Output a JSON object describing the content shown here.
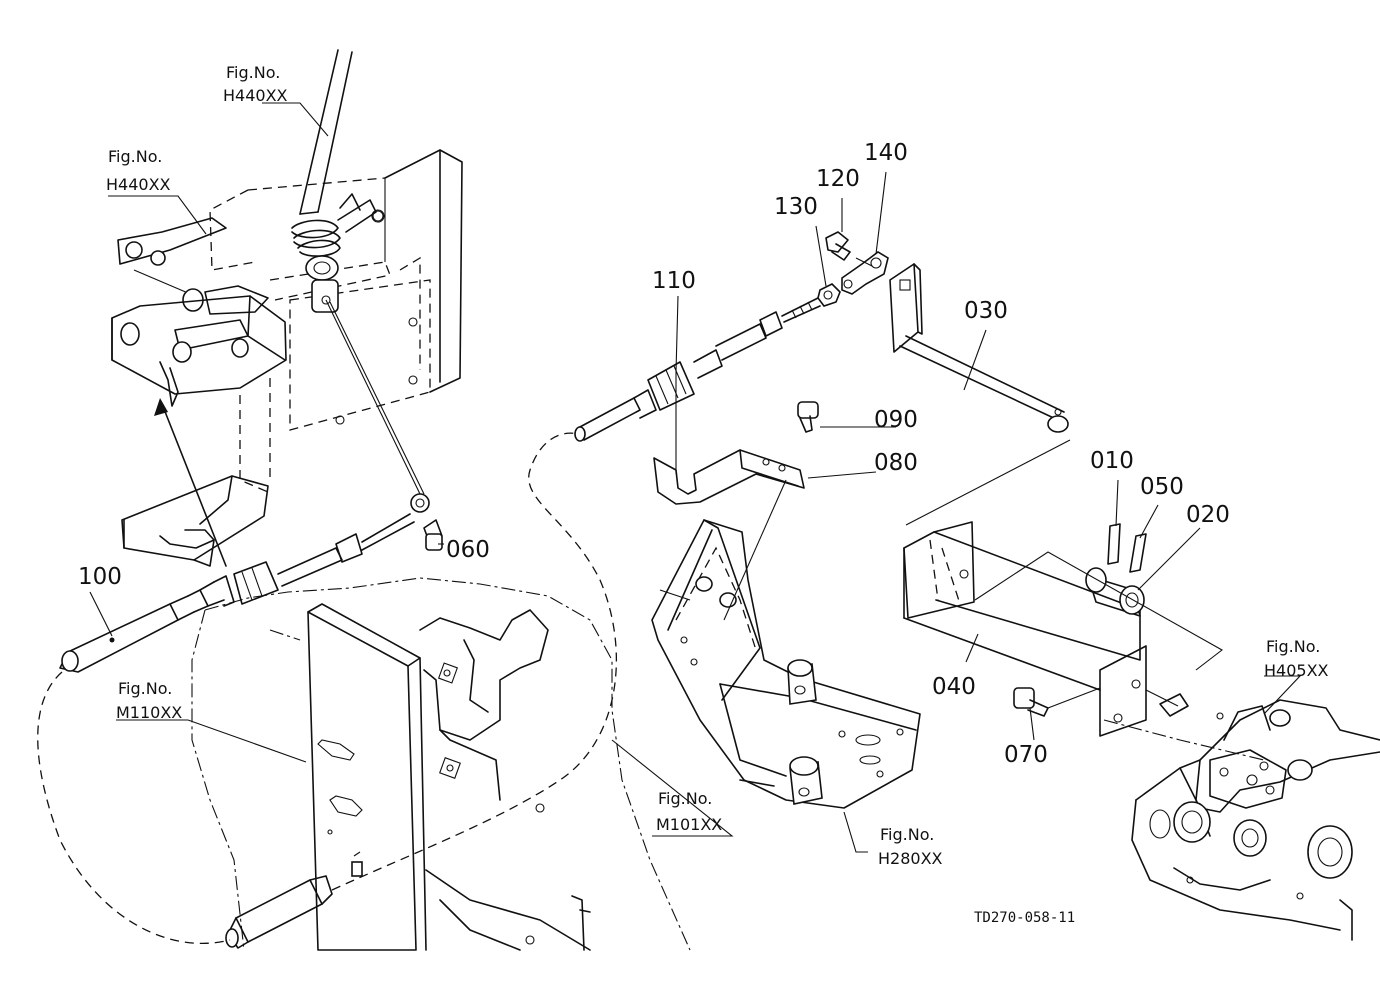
{
  "figure_refs": {
    "h440_upper_label": "Fig.No.",
    "h440_upper_code": "H440XX",
    "h440_left_label": "Fig.No.",
    "h440_left_code": "H440XX",
    "m110_label": "Fig.No.",
    "m110_code": "M110XX",
    "m101_label": "Fig.No.",
    "m101_code": "M101XX",
    "h280_label": "Fig.No.",
    "h280_code": "H280XX",
    "h405_label": "Fig.No.",
    "h405_code": "H405XX"
  },
  "parts": {
    "p010": "010",
    "p020": "020",
    "p030": "030",
    "p040": "040",
    "p050": "050",
    "p060": "060",
    "p070": "070",
    "p080": "080",
    "p090": "090",
    "p100": "100",
    "p110": "110",
    "p120": "120",
    "p130": "130",
    "p140": "140"
  },
  "drawing_code": "TD270-058-11"
}
